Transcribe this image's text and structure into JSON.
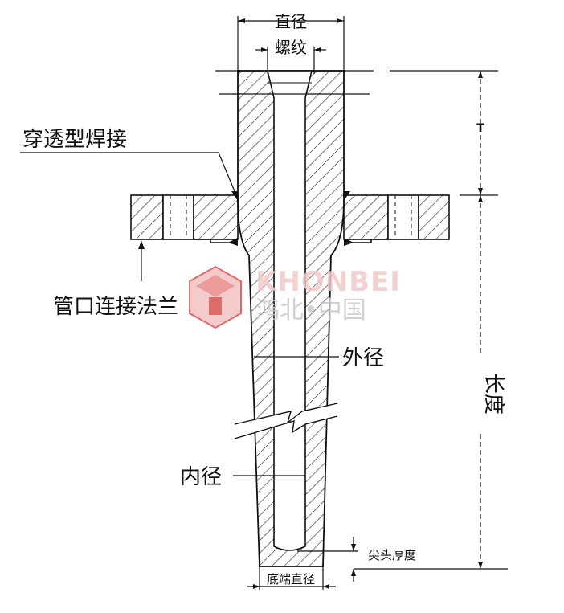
{
  "labels": {
    "diameter": "直径",
    "thread": "螺纹",
    "penetration_weld": "穿透型焊接",
    "t_dim": "T",
    "flange": "管口连接法兰",
    "outer_diameter": "外径",
    "length": "长度",
    "inner_diameter": "内径",
    "tip_thickness": "尖头厚度",
    "bottom_diameter": "底端直径"
  },
  "watermark": {
    "brand_en": "KHONBEI",
    "brand_cn": "鸿北•中国",
    "logo_color": "#d9534f"
  },
  "colors": {
    "line": "#111111",
    "hatch": "#222222",
    "background": "#ffffff"
  }
}
